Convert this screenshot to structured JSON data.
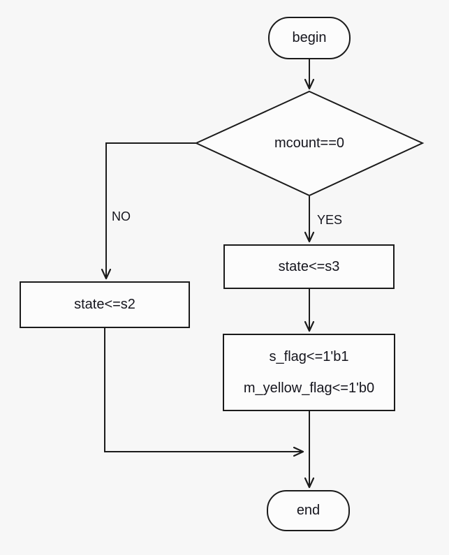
{
  "flowchart": {
    "nodes": {
      "begin": {
        "label": "begin"
      },
      "decision": {
        "label": "mcount==0"
      },
      "no_process": {
        "label": "state<=s2"
      },
      "yes_process": {
        "label": "state<=s3"
      },
      "flag_process": {
        "line1": "s_flag<=1'b1",
        "line2": "m_yellow_flag<=1'b0"
      },
      "end": {
        "label": "end"
      }
    },
    "edge_labels": {
      "no": "NO",
      "yes": "YES"
    },
    "colors": {
      "background": "#f7f7f7",
      "node_fill": "#fcfcfc",
      "stroke": "#1b1b1b",
      "text": "#15151d"
    }
  }
}
